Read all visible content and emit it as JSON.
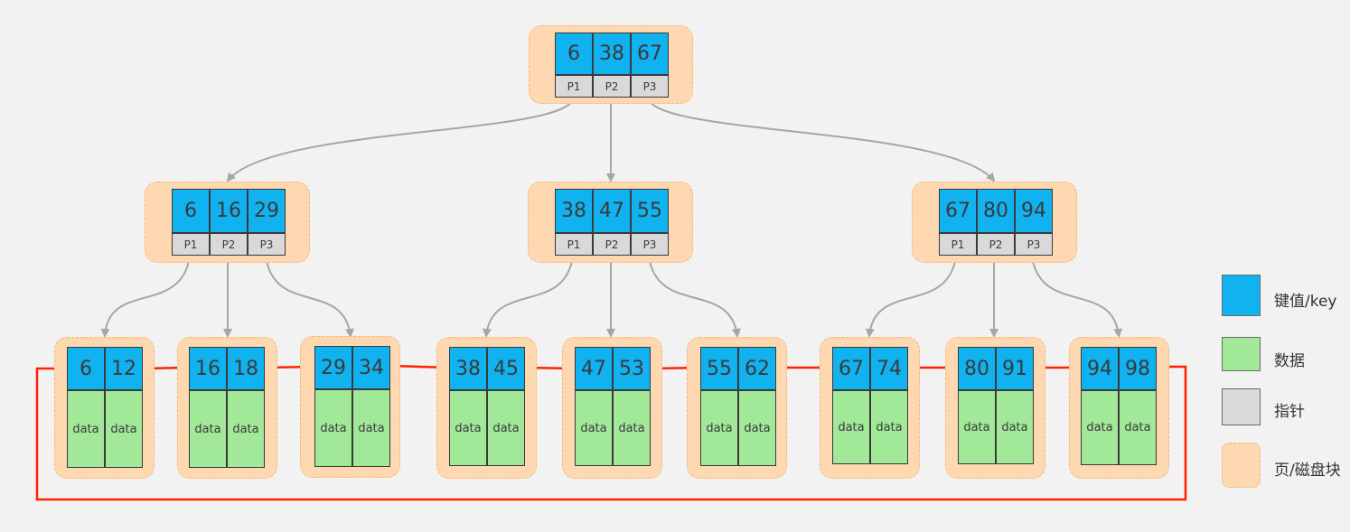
{
  "root": {
    "keys": [
      "6",
      "38",
      "67"
    ],
    "ptrs": [
      "P1",
      "P2",
      "P3"
    ]
  },
  "internal": [
    {
      "keys": [
        "6",
        "16",
        "29"
      ],
      "ptrs": [
        "P1",
        "P2",
        "P3"
      ]
    },
    {
      "keys": [
        "38",
        "47",
        "55"
      ],
      "ptrs": [
        "P1",
        "P2",
        "P3"
      ]
    },
    {
      "keys": [
        "67",
        "80",
        "94"
      ],
      "ptrs": [
        "P1",
        "P2",
        "P3"
      ]
    }
  ],
  "leaves": [
    {
      "keys": [
        "6",
        "12"
      ],
      "data": [
        "data",
        "data"
      ]
    },
    {
      "keys": [
        "16",
        "18"
      ],
      "data": [
        "data",
        "data"
      ]
    },
    {
      "keys": [
        "29",
        "34"
      ],
      "data": [
        "data",
        "data"
      ]
    },
    {
      "keys": [
        "38",
        "45"
      ],
      "data": [
        "data",
        "data"
      ]
    },
    {
      "keys": [
        "47",
        "53"
      ],
      "data": [
        "data",
        "data"
      ]
    },
    {
      "keys": [
        "55",
        "62"
      ],
      "data": [
        "data",
        "data"
      ]
    },
    {
      "keys": [
        "67",
        "74"
      ],
      "data": [
        "data",
        "data"
      ]
    },
    {
      "keys": [
        "80",
        "91"
      ],
      "data": [
        "data",
        "data"
      ]
    },
    {
      "keys": [
        "94",
        "98"
      ],
      "data": [
        "data",
        "data"
      ]
    }
  ],
  "legend": [
    {
      "label": "键值/key",
      "kind": "key"
    },
    {
      "label": "数据",
      "kind": "data"
    },
    {
      "label": "指针",
      "kind": "pointer"
    },
    {
      "label": "页/磁盘块",
      "kind": "page"
    }
  ],
  "colors": {
    "key": "#11b2f0",
    "data": "#a1e899",
    "pointer": "#d9d9d9",
    "page_fill": "#fdd8b0",
    "page_border": "#f5b87a",
    "tree_arrow": "#a6a6a6",
    "leaf_link": "#ff2200"
  }
}
